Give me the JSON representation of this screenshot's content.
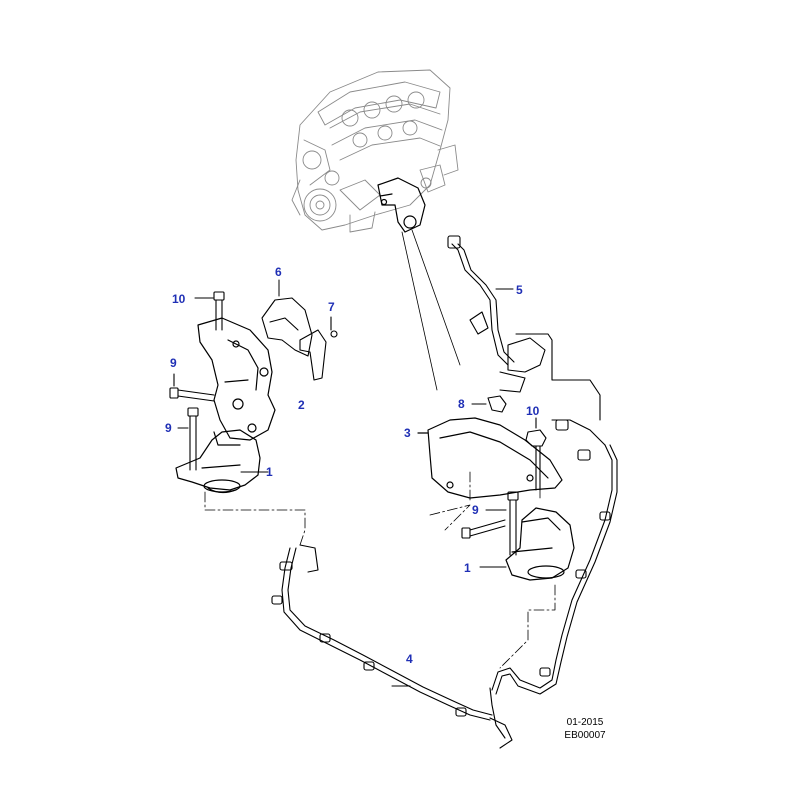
{
  "colors": {
    "callout": "#1f2fb5",
    "line": "#000000",
    "engine": "#8a8a8a",
    "background": "#ffffff"
  },
  "callouts": {
    "c1a": "1",
    "c1b": "1",
    "c2": "2",
    "c3": "3",
    "c4": "4",
    "c5": "5",
    "c6": "6",
    "c7": "7",
    "c8": "8",
    "c9a": "9",
    "c9b": "9",
    "c9c": "9",
    "c10a": "10",
    "c10b": "10"
  },
  "footer": {
    "date": "01-2015",
    "code": "EB00007"
  }
}
